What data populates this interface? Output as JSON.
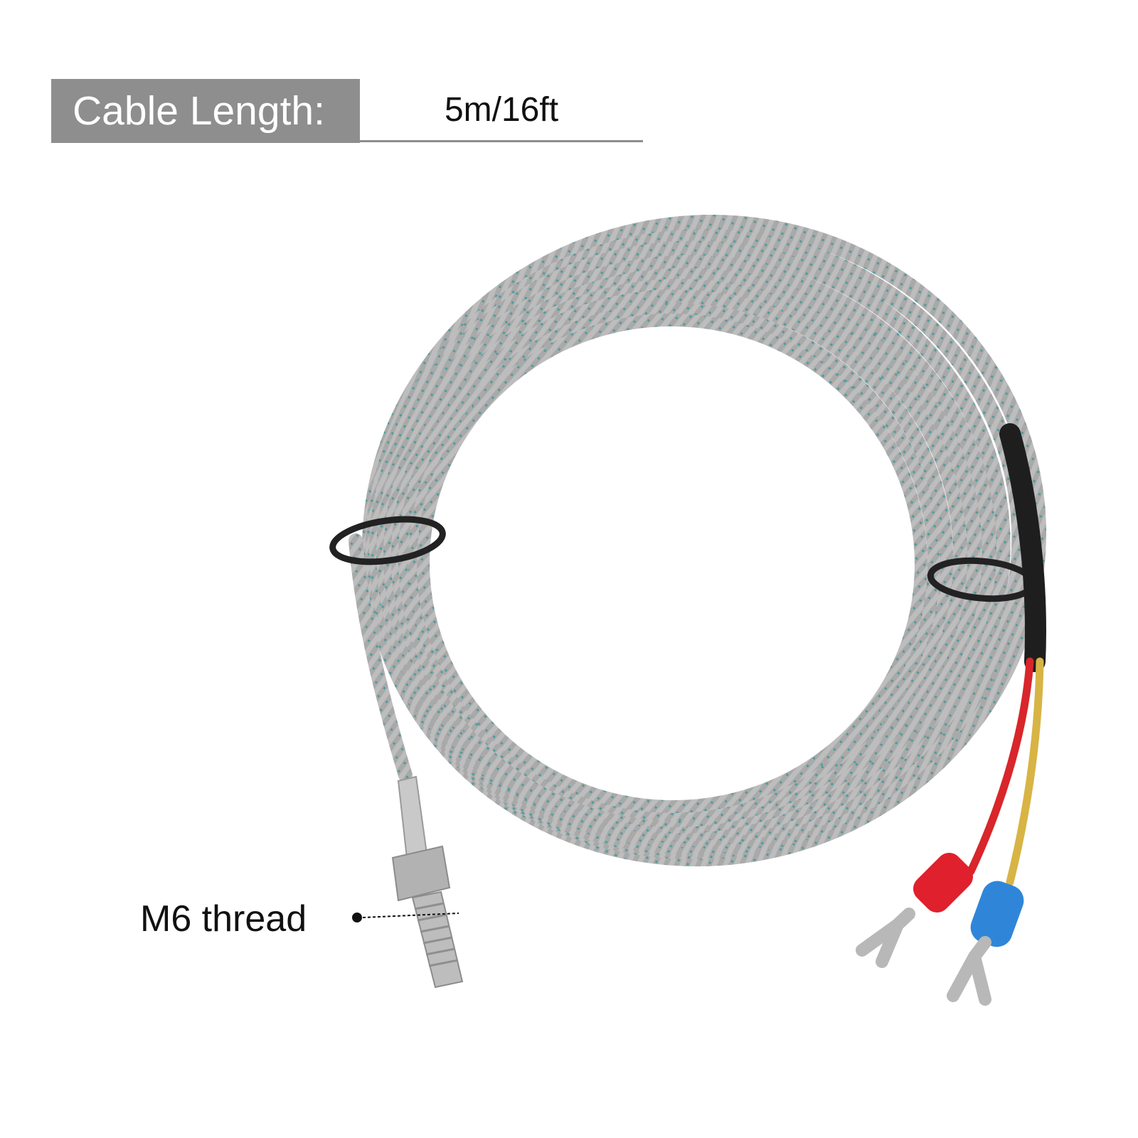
{
  "spec": {
    "label": "Cable Length:",
    "value": "5m/16ft"
  },
  "callout": {
    "label": "M6 thread"
  },
  "colors": {
    "label_box": "#8e8e8e",
    "cable_braid": "#b9b9b9",
    "fiber_accent": "#3e9a9a",
    "red_wire": "#d8262b",
    "yellow_wire": "#d8b445",
    "blue_terminal": "#2f86d8",
    "red_terminal": "#e0202c"
  }
}
